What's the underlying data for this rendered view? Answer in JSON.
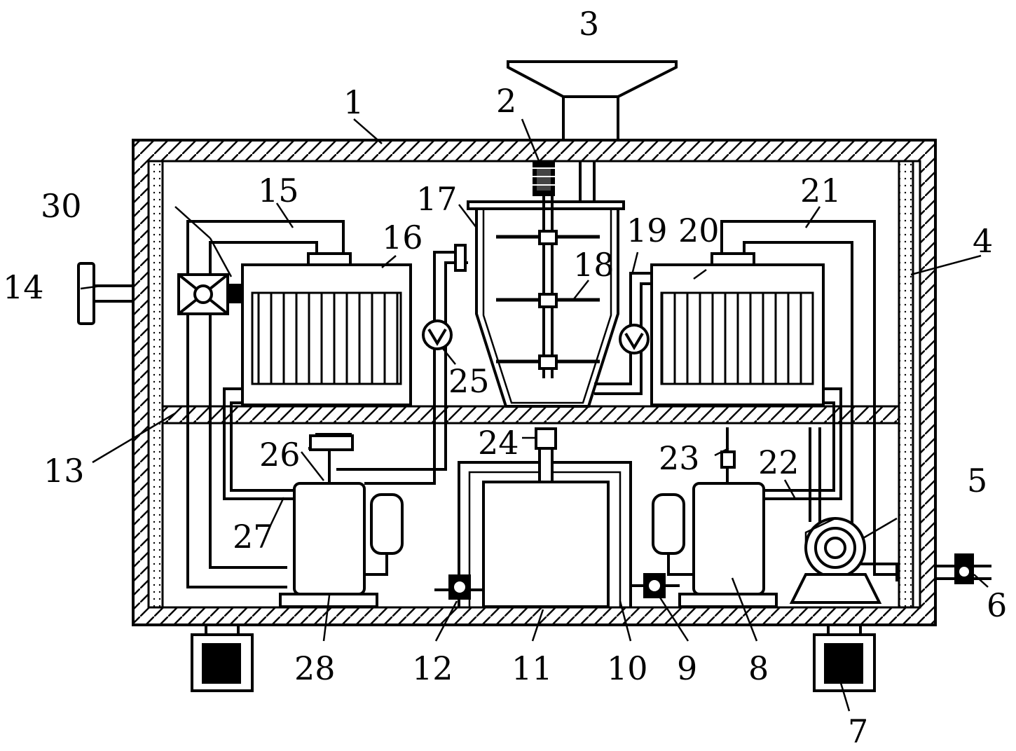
{
  "labels": {
    "l1": "1",
    "l2": "2",
    "l3": "3",
    "l4": "4",
    "l5": "5",
    "l6": "6",
    "l7": "7",
    "l8": "8",
    "l9": "9",
    "l10": "10",
    "l11": "11",
    "l12": "12",
    "l13": "13",
    "l14": "14",
    "l15": "15",
    "l16": "16",
    "l17": "17",
    "l18": "18",
    "l19": "19",
    "l20": "20",
    "l21": "21",
    "l22": "22",
    "l23": "23",
    "l24": "24",
    "l25": "25",
    "l26": "26",
    "l27": "27",
    "l28": "28",
    "l30": "30"
  }
}
